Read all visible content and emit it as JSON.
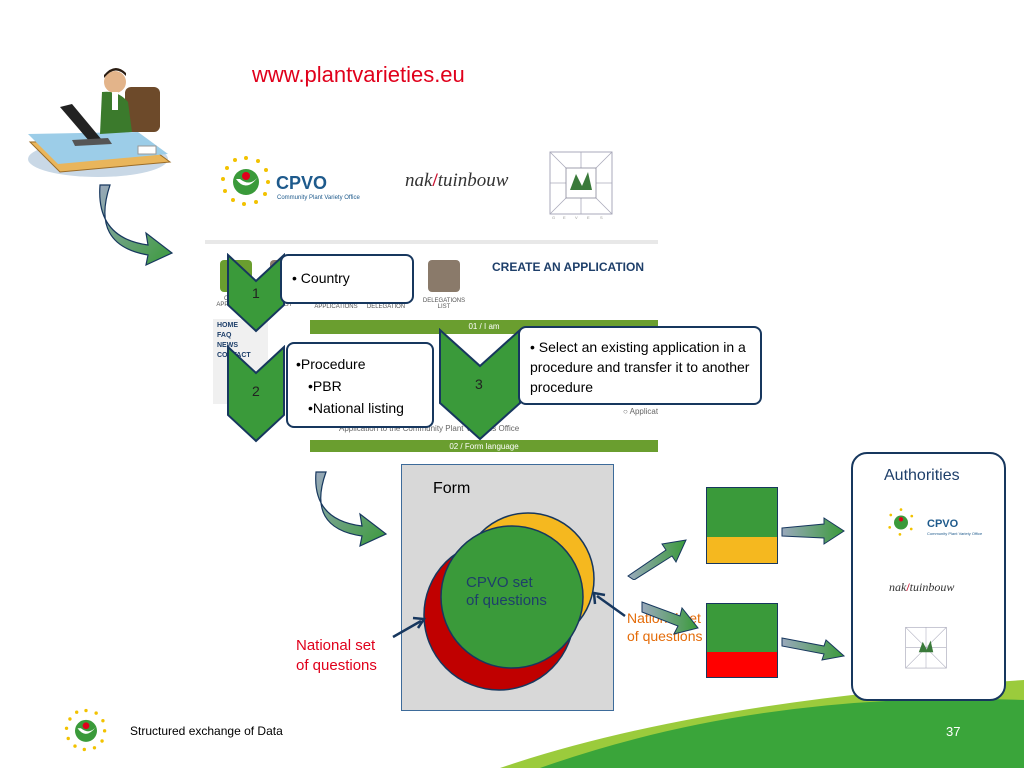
{
  "header": {
    "url": "www.plantvarieties.eu"
  },
  "logos": {
    "cpvo": {
      "name": "CPVO",
      "subtitle": "Community Plant Variety Office"
    },
    "naktuinbouw": {
      "left": "nak",
      "right": "tuinbouw"
    }
  },
  "screenshot": {
    "title": "CREATE AN APPLICATION",
    "icons": [
      {
        "label": "CREATE APPLICATION"
      },
      {
        "label": "APPLICATIONS LIST"
      },
      {
        "label": "APPLICATIONS"
      },
      {
        "label": "DELEGATION"
      },
      {
        "label": "DELEGATIONS LIST"
      }
    ],
    "nav": [
      "HOME",
      "FAQ",
      "NEWS",
      "CONTACT"
    ],
    "section1": "01 / I am",
    "section2": "02 / Form language",
    "app_label": "Applicati",
    "row_text": "Application to the Community Plant Varieties Office"
  },
  "callouts": {
    "step1": {
      "num": "1",
      "text": "• Country"
    },
    "step2": {
      "num": "2",
      "lines": [
        "•Procedure",
        "•PBR",
        "•National listing"
      ]
    },
    "step3": {
      "num": "3",
      "text": "• Select an existing application in a procedure and transfer it to another procedure"
    }
  },
  "form": {
    "label": "Form",
    "cpvo_set": [
      "CPVO set",
      "of questions"
    ],
    "national_red": [
      "National set",
      "of questions"
    ],
    "national_orange": [
      "National set",
      "of questions"
    ]
  },
  "authorities": {
    "title": "Authorities"
  },
  "footer": {
    "text": "Structured exchange of Data",
    "page": "37"
  },
  "colors": {
    "accent_red": "#e0001b",
    "green": "#3a9a3a",
    "dark_navy": "#17375e",
    "yellow": "#f2b61f",
    "red_block": "#ff0000"
  }
}
